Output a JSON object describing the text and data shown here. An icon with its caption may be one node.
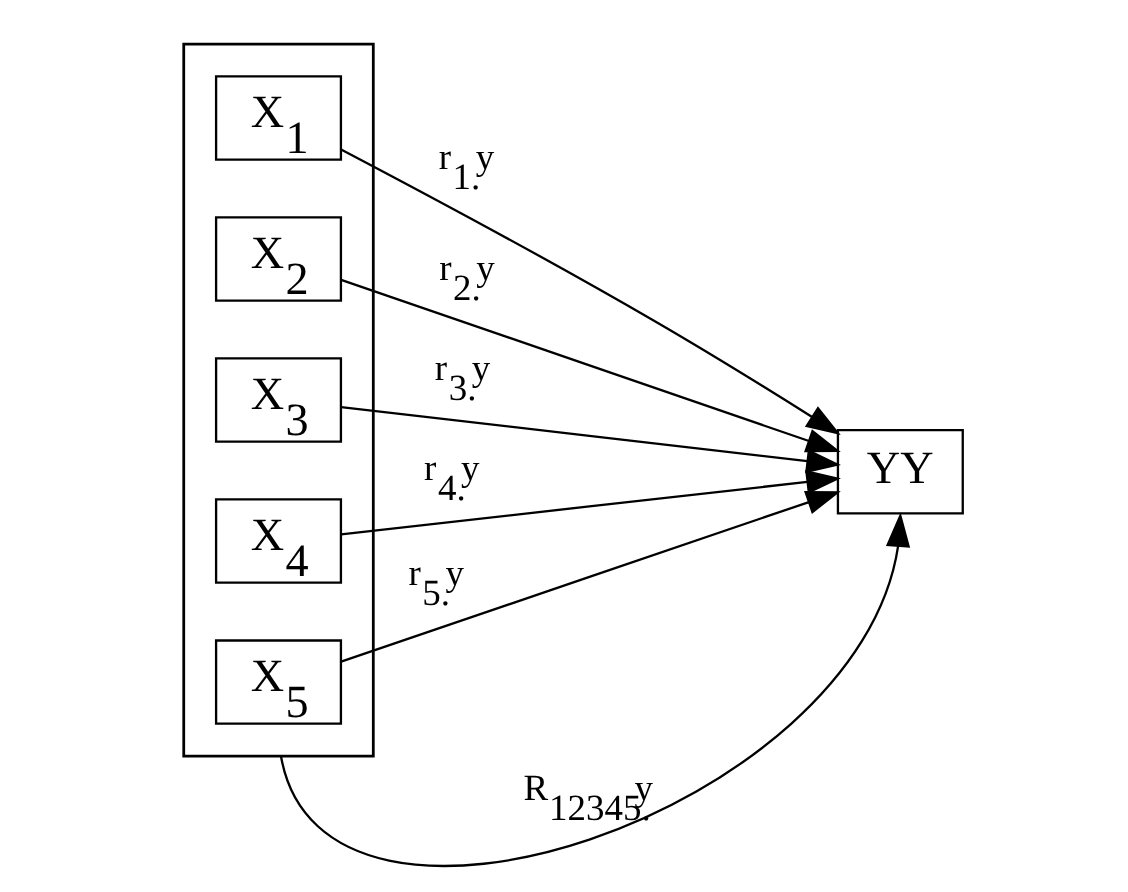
{
  "diagram": {
    "nodes": [
      {
        "text": [],
        "shape": "box"
      },
      {
        "text": [
          "X$_{1}$"
        ],
        "in": 0
      },
      {
        "text": [
          "X$_{2}$"
        ],
        "in": 0
      },
      {
        "text": [
          "X$_{3}$"
        ],
        "in": 0
      },
      {
        "text": [
          "X$_{4}$"
        ],
        "in": 0
      },
      {
        "text": [
          "X$_{5}$"
        ],
        "in": 0
      },
      {
        "text": [
          "YY"
        ]
      }
    ],
    "edges": [
      {
        "from": 1,
        "to": 6,
        "arrow": "to",
        "label": "r$_{1.}$y"
      },
      {
        "from": 2,
        "to": 6,
        "arrow": "to",
        "label": "r$_{2.}$y"
      },
      {
        "from": 3,
        "to": 6,
        "arrow": "to",
        "label": "r$_{3.}$y"
      },
      {
        "from": 4,
        "to": 6,
        "arrow": "to",
        "label": "r$_{4.}$y"
      },
      {
        "from": 5,
        "to": 6,
        "arrow": "to",
        "label": "r$_{5.}$y"
      },
      {
        "from": 0,
        "to": 6,
        "arrow": "to",
        "label": "R$_{12345.}$y"
      }
    ]
  }
}
